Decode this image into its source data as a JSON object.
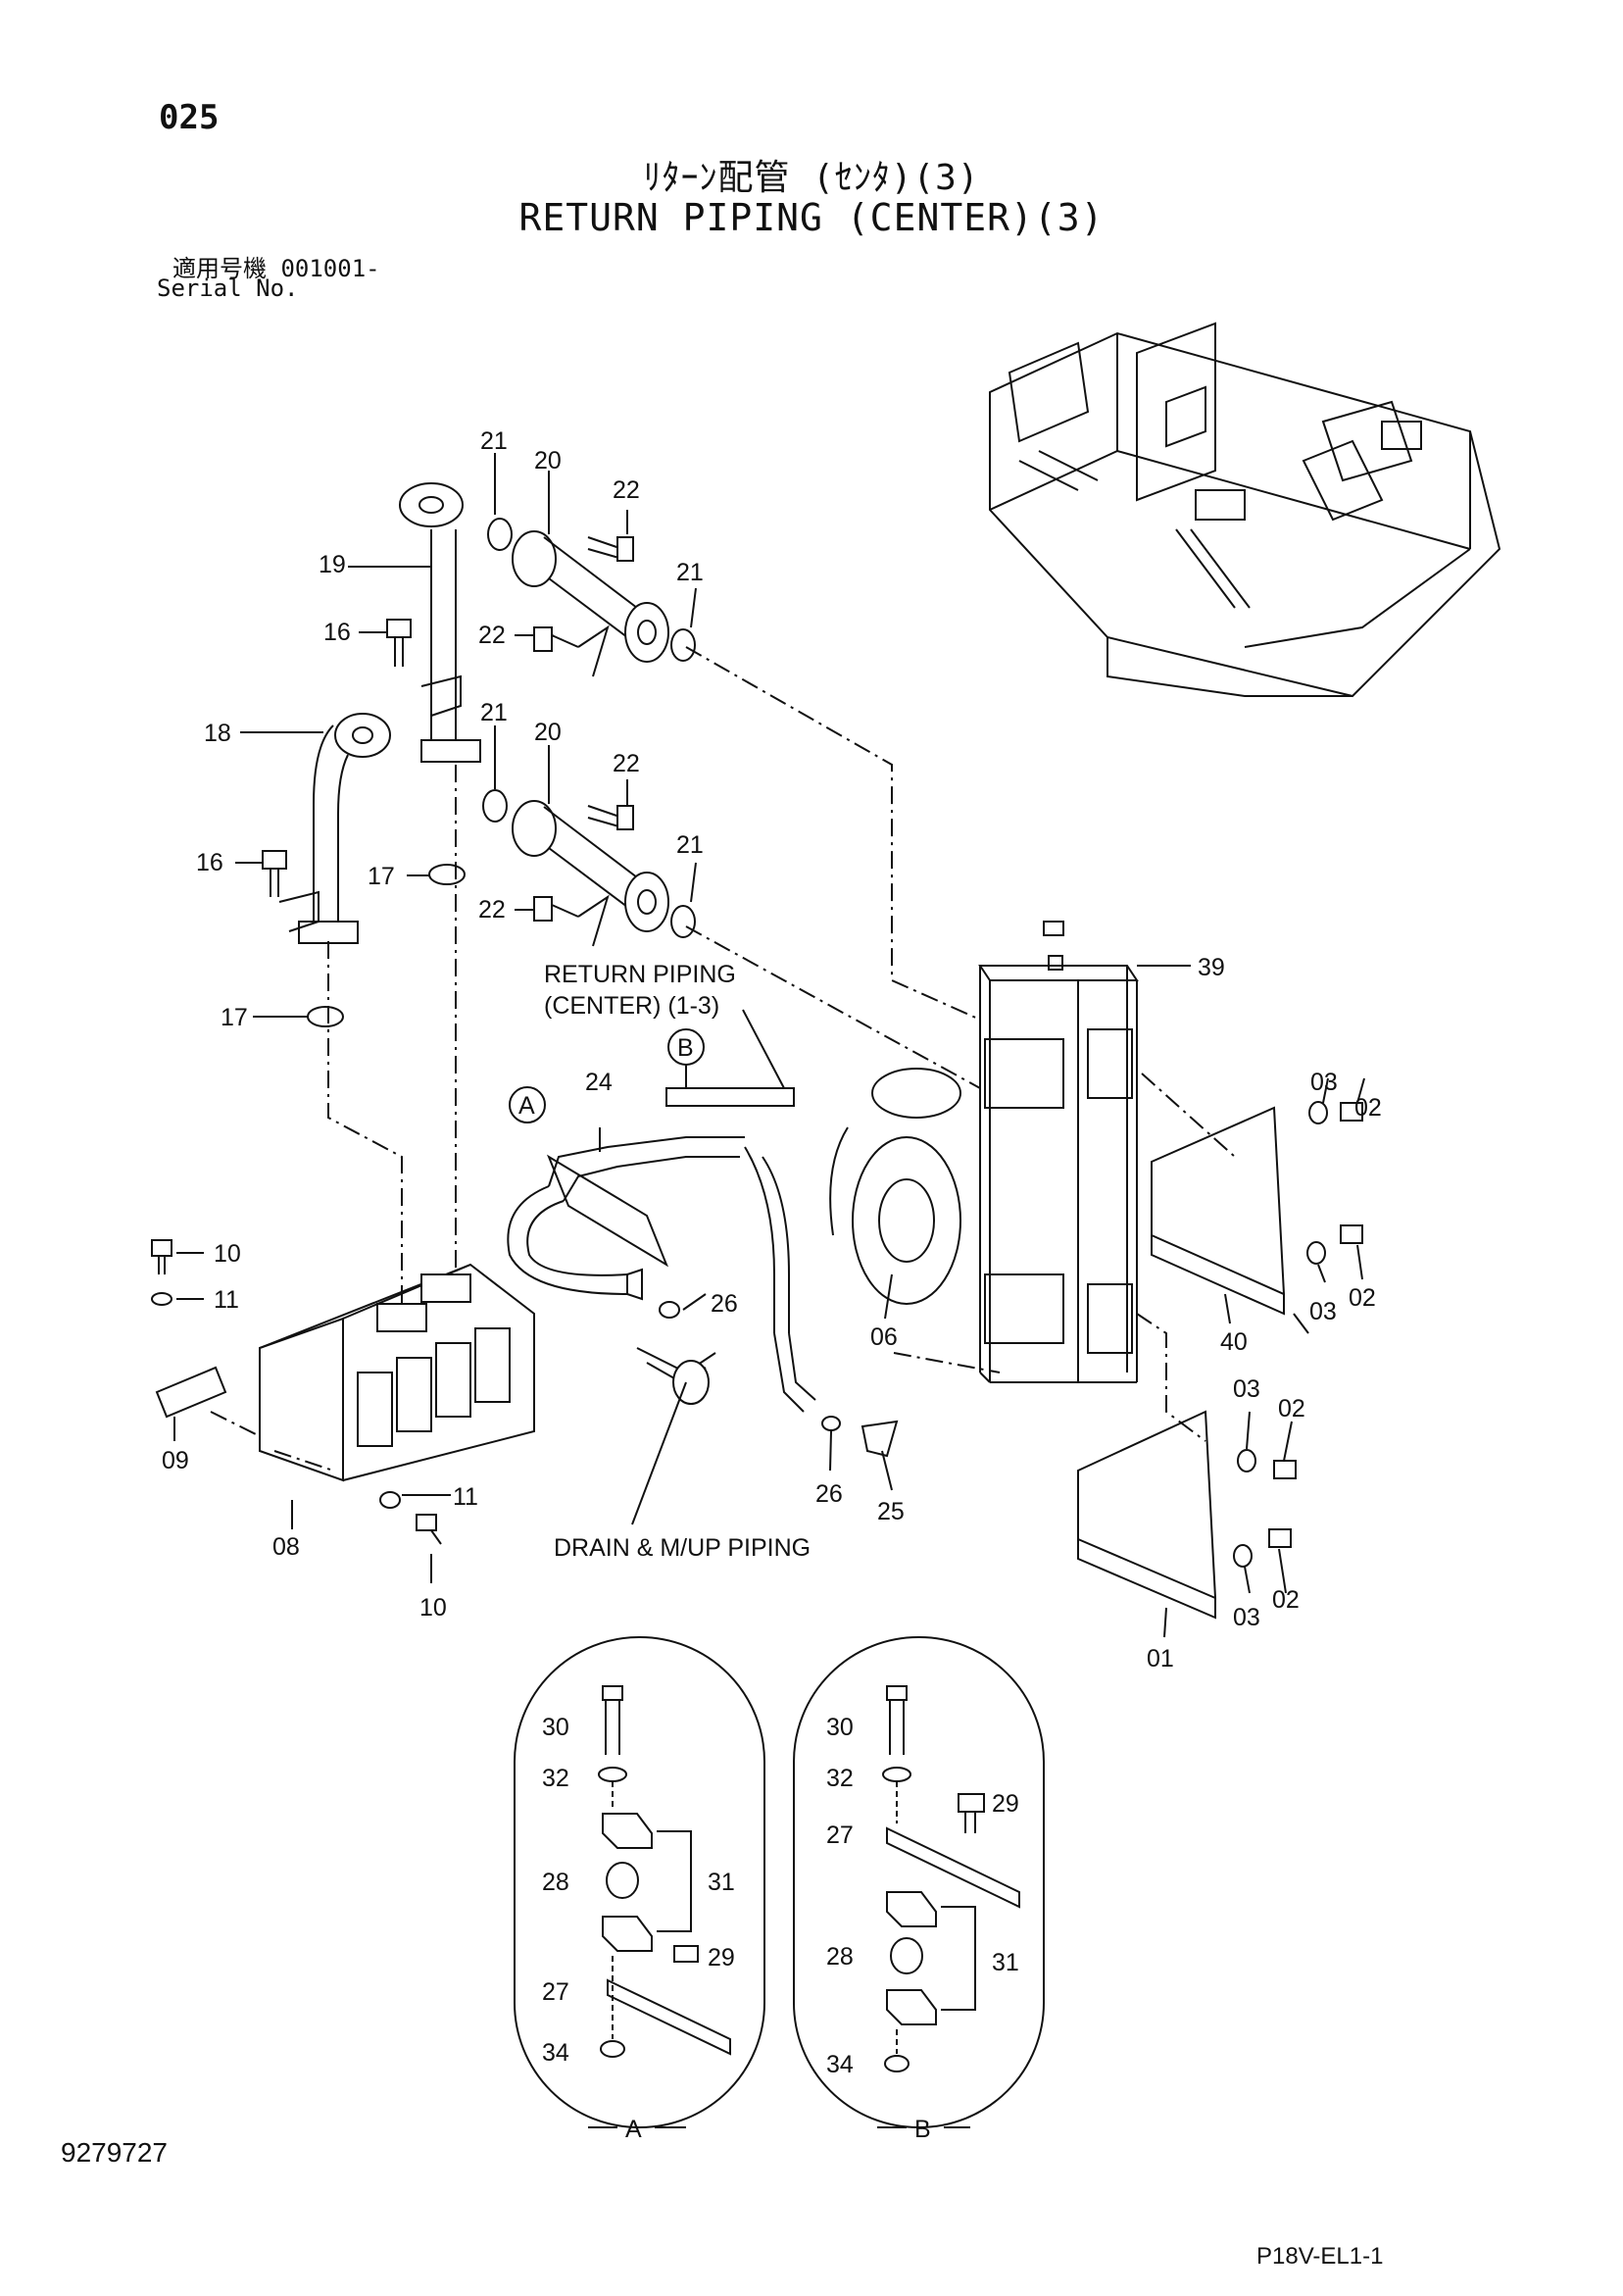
{
  "header": {
    "page_number": "025",
    "title_jp": "ﾘﾀｰﾝ配管 (ｾﾝﾀ)(3)",
    "title_en": "RETURN PIPING (CENTER)(3)",
    "serial_jp": "適用号機 001001-",
    "serial_en": "Serial No."
  },
  "callouts": {
    "c01": "01",
    "c02a": "02",
    "c02b": "02",
    "c02c": "02",
    "c02d": "02",
    "c03a": "03",
    "c03b": "03",
    "c03c": "03",
    "c03d": "03",
    "c06": "06",
    "c08": "08",
    "c09": "09",
    "c10a": "10",
    "c10b": "10",
    "c11a": "11",
    "c11b": "11",
    "c16a": "16",
    "c16b": "16",
    "c17a": "17",
    "c17b": "17",
    "c18": "18",
    "c19": "19",
    "c20a": "20",
    "c20b": "20",
    "c21a": "21",
    "c21b": "21",
    "c21c": "21",
    "c21d": "21",
    "c22a": "22",
    "c22b": "22",
    "c22c": "22",
    "c22d": "22",
    "c24": "24",
    "c25": "25",
    "c26a": "26",
    "c26b": "26",
    "c39": "39",
    "c40": "40",
    "detA_30": "30",
    "detA_32": "32",
    "detA_28": "28",
    "detA_31": "31",
    "detA_29": "29",
    "detA_27": "27",
    "detA_34": "34",
    "detB_30": "30",
    "detB_32": "32",
    "detB_29": "29",
    "detB_27": "27",
    "detB_28": "28",
    "detB_31": "31",
    "detB_34": "34"
  },
  "markers": {
    "A": "A",
    "B": "B",
    "detail_A": "A",
    "detail_B": "B"
  },
  "notes": {
    "return_piping_line1": "RETURN PIPING",
    "return_piping_line2": "(CENTER) (1-3)",
    "drain": "DRAIN & M/UP PIPING"
  },
  "footer": {
    "doc_id": "9279727",
    "drawing_code": "P18V-EL1-1"
  }
}
